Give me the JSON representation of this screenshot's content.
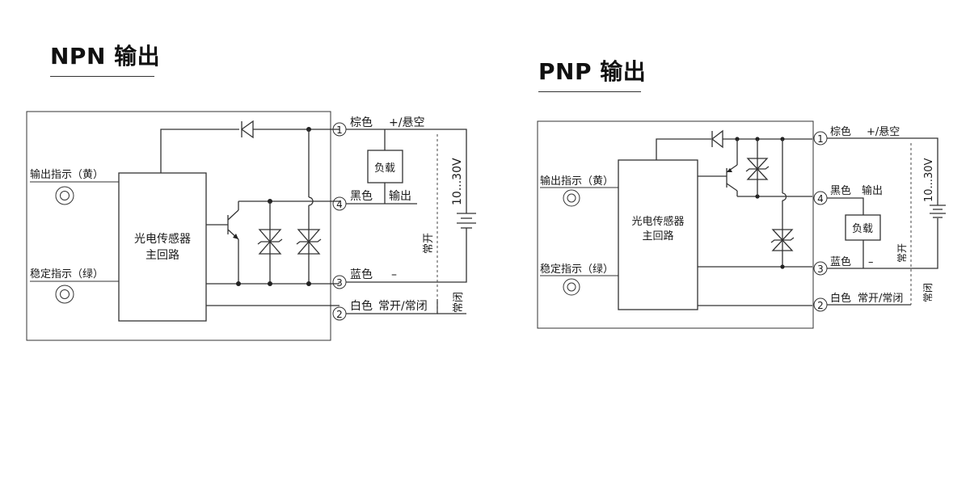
{
  "npn": {
    "title": "NPN 输出",
    "output_indicator": "输出指示（黄）",
    "stable_indicator": "稳定指示（绿）",
    "main_circuit_line1": "光电传感器",
    "main_circuit_line2": "主回路",
    "pins": [
      {
        "num": "1",
        "color": "棕色",
        "signal": "+/悬空"
      },
      {
        "num": "4",
        "color": "黑色",
        "signal": "输出"
      },
      {
        "num": "3",
        "color": "蓝色",
        "signal": "–"
      },
      {
        "num": "2",
        "color": "白色",
        "signal": "常开/常闭"
      }
    ],
    "load": "负载",
    "voltage": "10...30V",
    "no_label": "常开",
    "nc_label": "常闭"
  },
  "pnp": {
    "title": "PNP 输出",
    "output_indicator": "输出指示（黄）",
    "stable_indicator": "稳定指示（绿）",
    "main_circuit_line1": "光电传感器",
    "main_circuit_line2": "主回路",
    "pins": [
      {
        "num": "1",
        "color": "棕色",
        "signal": "+/悬空"
      },
      {
        "num": "4",
        "color": "黑色",
        "signal": "输出"
      },
      {
        "num": "3",
        "color": "蓝色",
        "signal": "–"
      },
      {
        "num": "2",
        "color": "白色",
        "signal": "常开/常闭"
      }
    ],
    "load": "负载",
    "voltage": "10...30V",
    "no_label": "常开",
    "nc_label": "常闭"
  }
}
